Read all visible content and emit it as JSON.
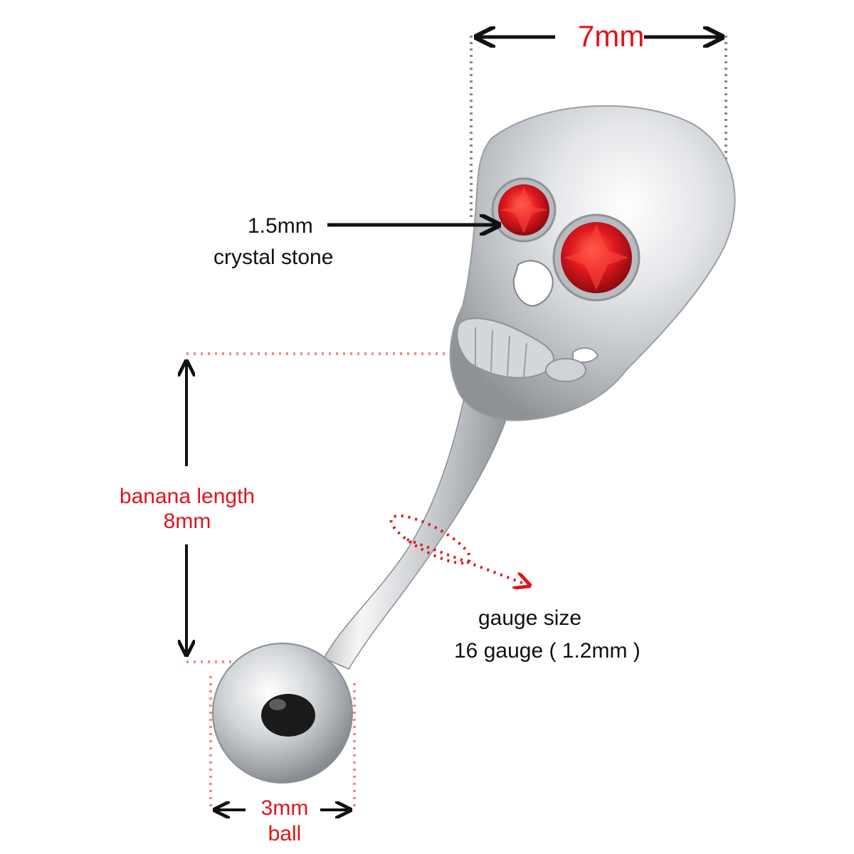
{
  "annotations": {
    "head_width": "7mm",
    "crystal_size": "1.5mm",
    "crystal_desc": "crystal stone",
    "banana_length_label": "banana length",
    "banana_length_value": "8mm",
    "gauge_label": "gauge size",
    "gauge_value": "16 gauge ( 1.2mm )",
    "ball_size": "3mm",
    "ball_label": "ball"
  },
  "colors": {
    "accent_red": "#e0141b",
    "stone_red": "#d4141c",
    "metal": "#c9ccd0",
    "dotted_gray": "#8a8a8a",
    "dotted_pink": "#f08a8a"
  },
  "icons": [
    "skull-head",
    "crystal-eye-left",
    "crystal-eye-right",
    "curved-bar",
    "end-ball",
    "double-arrow"
  ]
}
